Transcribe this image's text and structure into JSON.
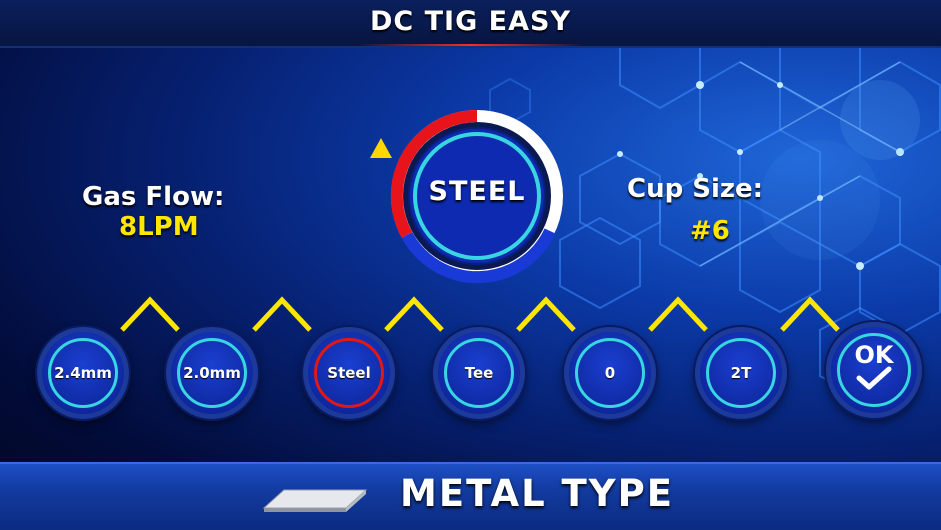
{
  "header": {
    "title": "DC TIG EASY"
  },
  "gas_flow": {
    "label": "Gas Flow:",
    "value": "8LPM"
  },
  "cup_size": {
    "label": "Cup Size:",
    "value": "#6"
  },
  "dial": {
    "value": "STEEL"
  },
  "options": [
    {
      "label": "2.4mm",
      "selected": false
    },
    {
      "label": "2.0mm",
      "selected": false
    },
    {
      "label": "Steel",
      "selected": true
    },
    {
      "label": "Tee",
      "selected": false
    },
    {
      "label": "0",
      "selected": false
    },
    {
      "label": "2T",
      "selected": false
    }
  ],
  "ok_button": {
    "label": "OK",
    "icon": "checkmark-icon"
  },
  "footer": {
    "title": "METAL TYPE",
    "icon": "metal-plate-icon"
  },
  "colors": {
    "accent": "#ffe600",
    "ring": "#37d6e0",
    "selected_ring": "#e01818",
    "dial_red": "#e8141c",
    "dial_blue": "#1a3ad8"
  }
}
